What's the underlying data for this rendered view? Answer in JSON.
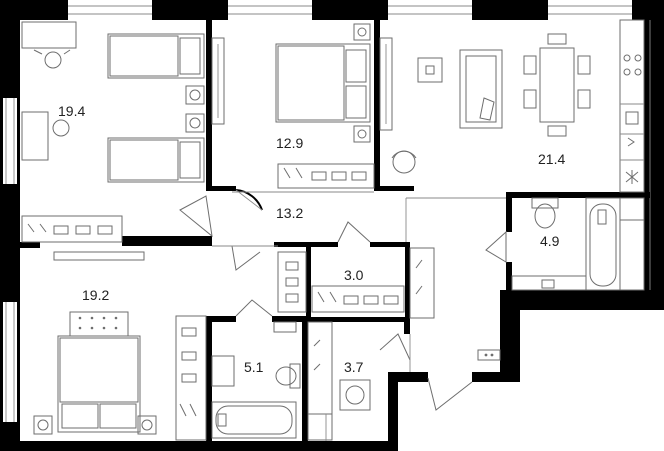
{
  "rooms": [
    {
      "id": "bedroom-left",
      "area": "19.4"
    },
    {
      "id": "bedroom-center",
      "area": "12.9"
    },
    {
      "id": "kitchen-living",
      "area": "21.4"
    },
    {
      "id": "hallway",
      "area": "13.2"
    },
    {
      "id": "bathroom-right",
      "area": "4.9"
    },
    {
      "id": "wardrobe",
      "area": "3.0"
    },
    {
      "id": "master-bedroom",
      "area": "19.2"
    },
    {
      "id": "bathroom-small",
      "area": "5.1"
    },
    {
      "id": "laundry",
      "area": "3.7"
    }
  ],
  "colors": {
    "wall": "#000000",
    "furniture": "#6e6e6e",
    "background": "#ffffff"
  }
}
